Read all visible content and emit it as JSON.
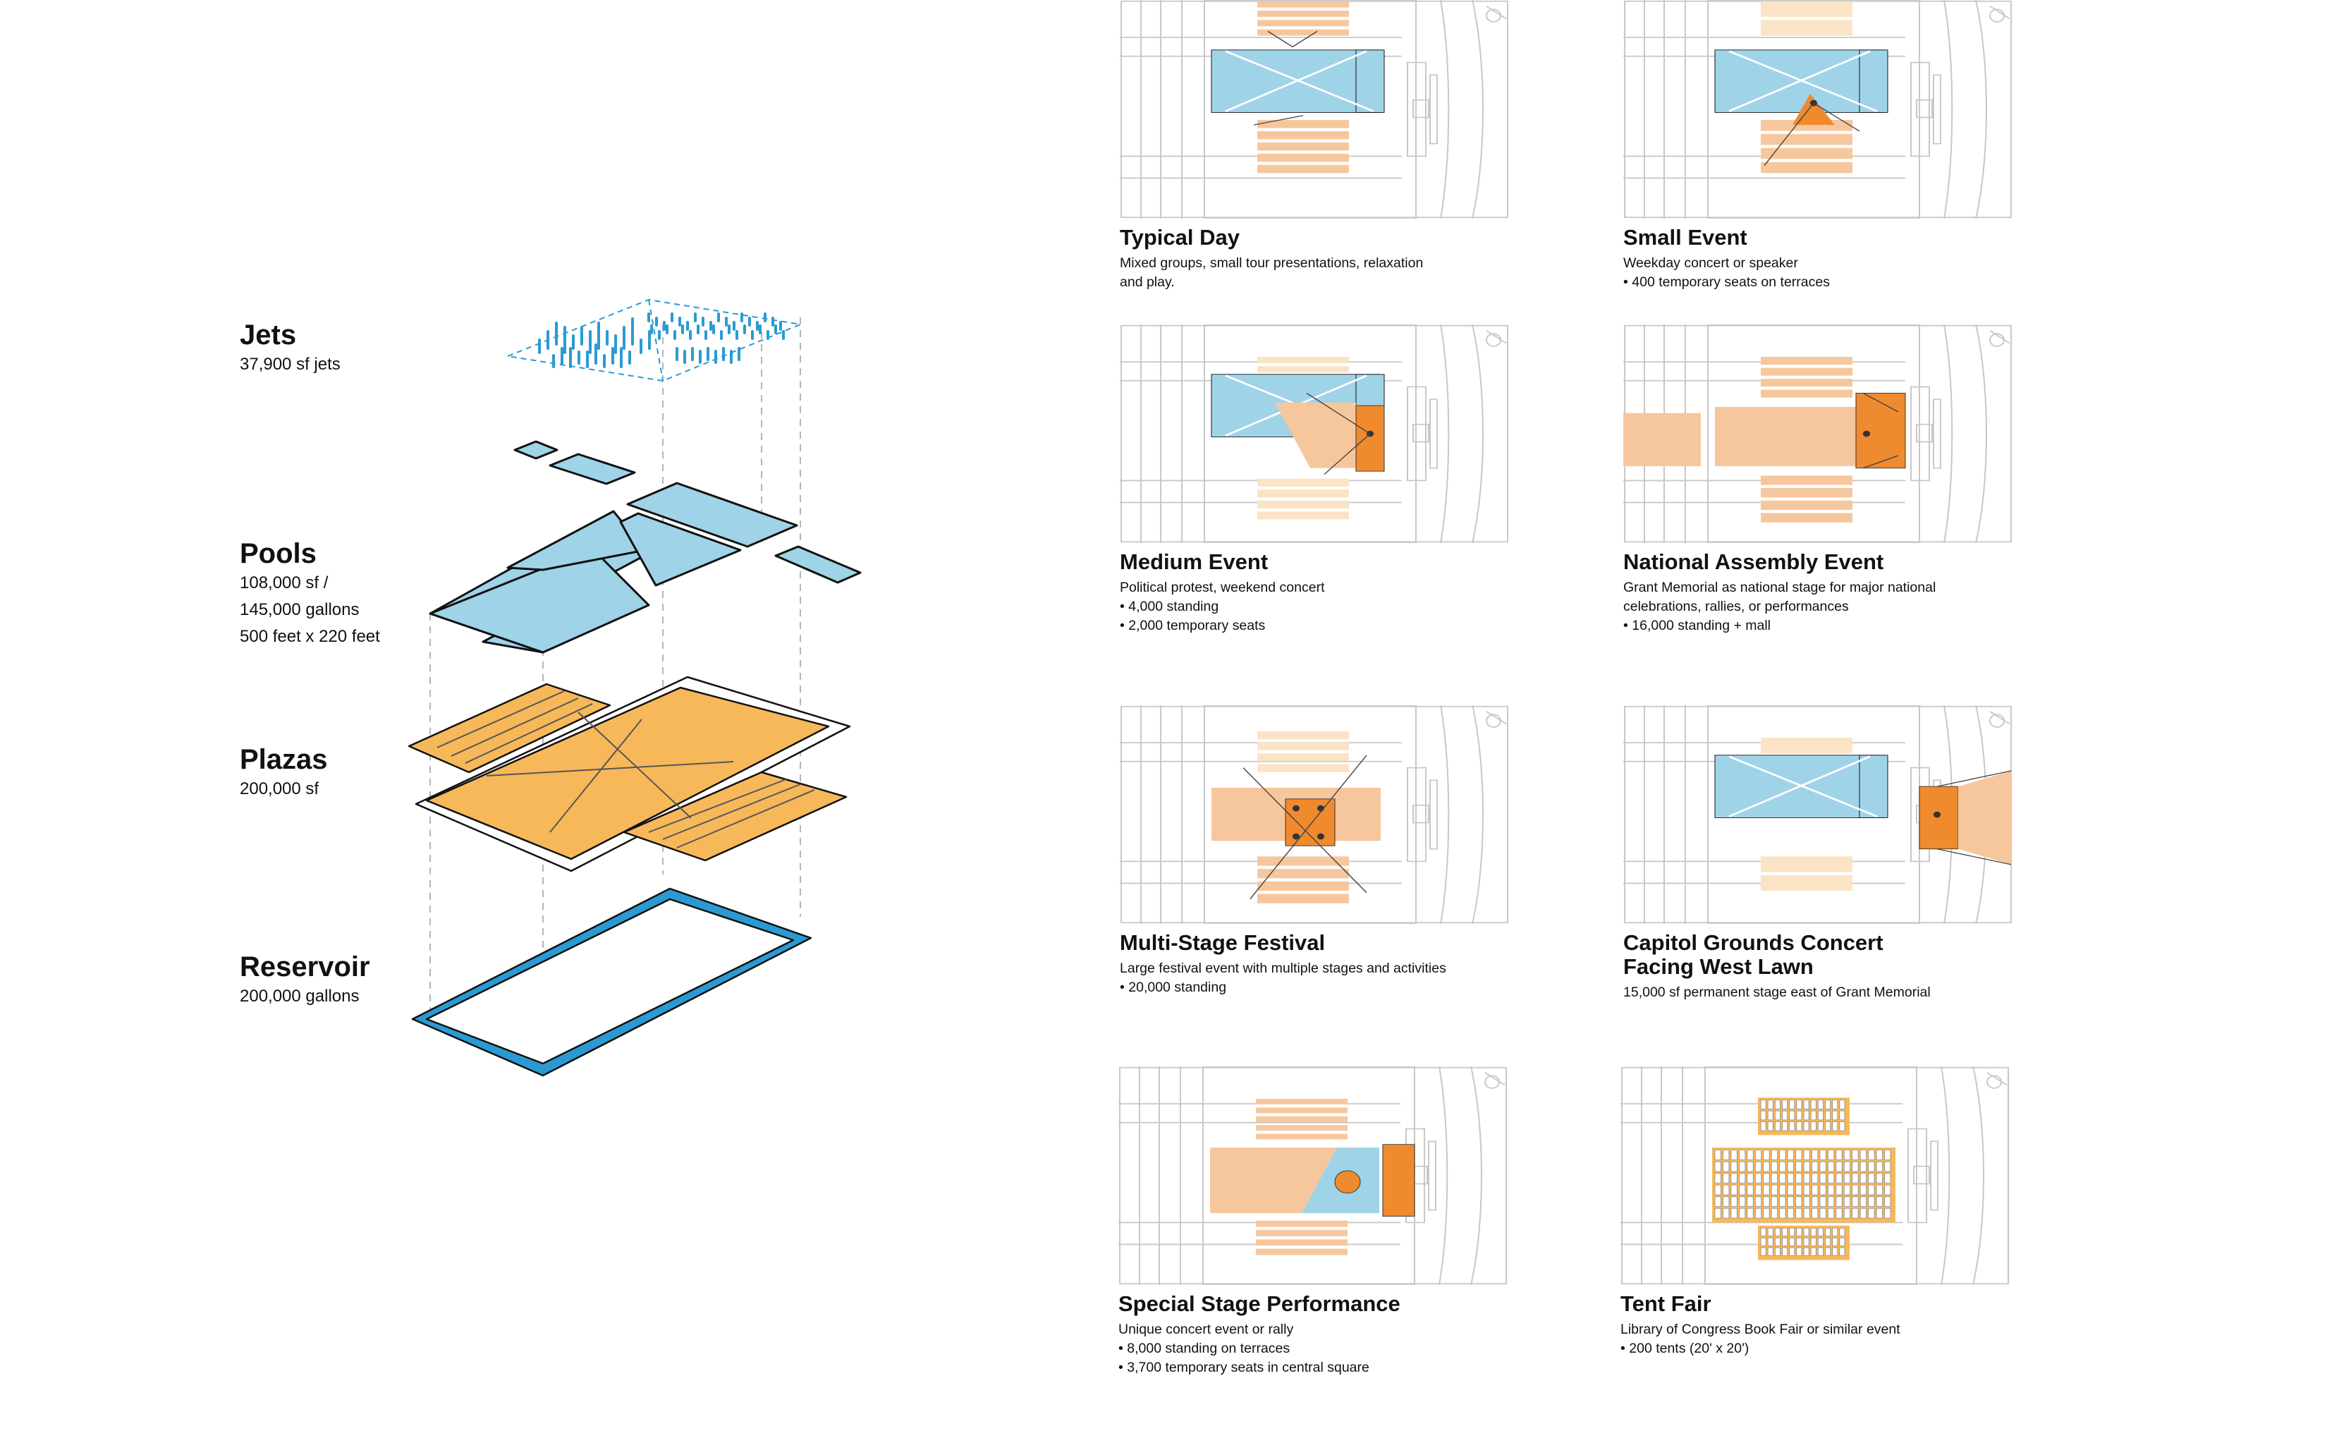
{
  "colors": {
    "pool": "#9fd3e8",
    "plaza": "#f7b85a",
    "stage": "#f08a2e",
    "crowd": "#f6c79c",
    "tint": "#fbe3c6",
    "reservoir": "#2b9ad3",
    "plan": "#c8c8c8"
  },
  "layers": [
    {
      "title": "Jets",
      "lines": [
        "37,900 sf jets"
      ]
    },
    {
      "title": "Pools",
      "lines": [
        "108,000 sf /",
        "145,000 gallons",
        "500 feet x 220 feet"
      ]
    },
    {
      "title": "Plazas",
      "lines": [
        "200,000 sf"
      ]
    },
    {
      "title": "Reservoir",
      "lines": [
        "200,000 gallons"
      ]
    }
  ],
  "scenarios": [
    {
      "title": [
        "Typical Day"
      ],
      "lines": [
        "Mixed groups, small tour presentations, relaxation",
        "and play."
      ],
      "bullets": []
    },
    {
      "title": [
        "Small Event"
      ],
      "lines": [
        "Weekday concert or speaker"
      ],
      "bullets": [
        "400 temporary seats on terraces"
      ]
    },
    {
      "title": [
        "Medium Event"
      ],
      "lines": [
        "Political protest, weekend concert"
      ],
      "bullets": [
        "4,000 standing",
        "2,000 temporary seats"
      ]
    },
    {
      "title": [
        "National Assembly Event"
      ],
      "lines": [
        "Grant Memorial as national stage for major national",
        "celebrations, rallies, or performances"
      ],
      "bullets": [
        "16,000 standing + mall"
      ]
    },
    {
      "title": [
        "Multi-Stage Festival"
      ],
      "lines": [
        "Large festival event with multiple stages and activities"
      ],
      "bullets": [
        "20,000 standing"
      ]
    },
    {
      "title": [
        "Capitol Grounds Concert",
        "Facing West Lawn"
      ],
      "lines": [
        "15,000 sf permanent stage east of Grant Memorial"
      ],
      "bullets": []
    },
    {
      "title": [
        "Special Stage Performance"
      ],
      "lines": [
        "Unique concert event or rally"
      ],
      "bullets": [
        "8,000 standing on terraces",
        "3,700 temporary seats in central square"
      ]
    },
    {
      "title": [
        "Tent Fair"
      ],
      "lines": [
        "Library of Congress Book Fair or similar event"
      ],
      "bullets": [
        "200 tents (20' x 20')"
      ]
    }
  ]
}
